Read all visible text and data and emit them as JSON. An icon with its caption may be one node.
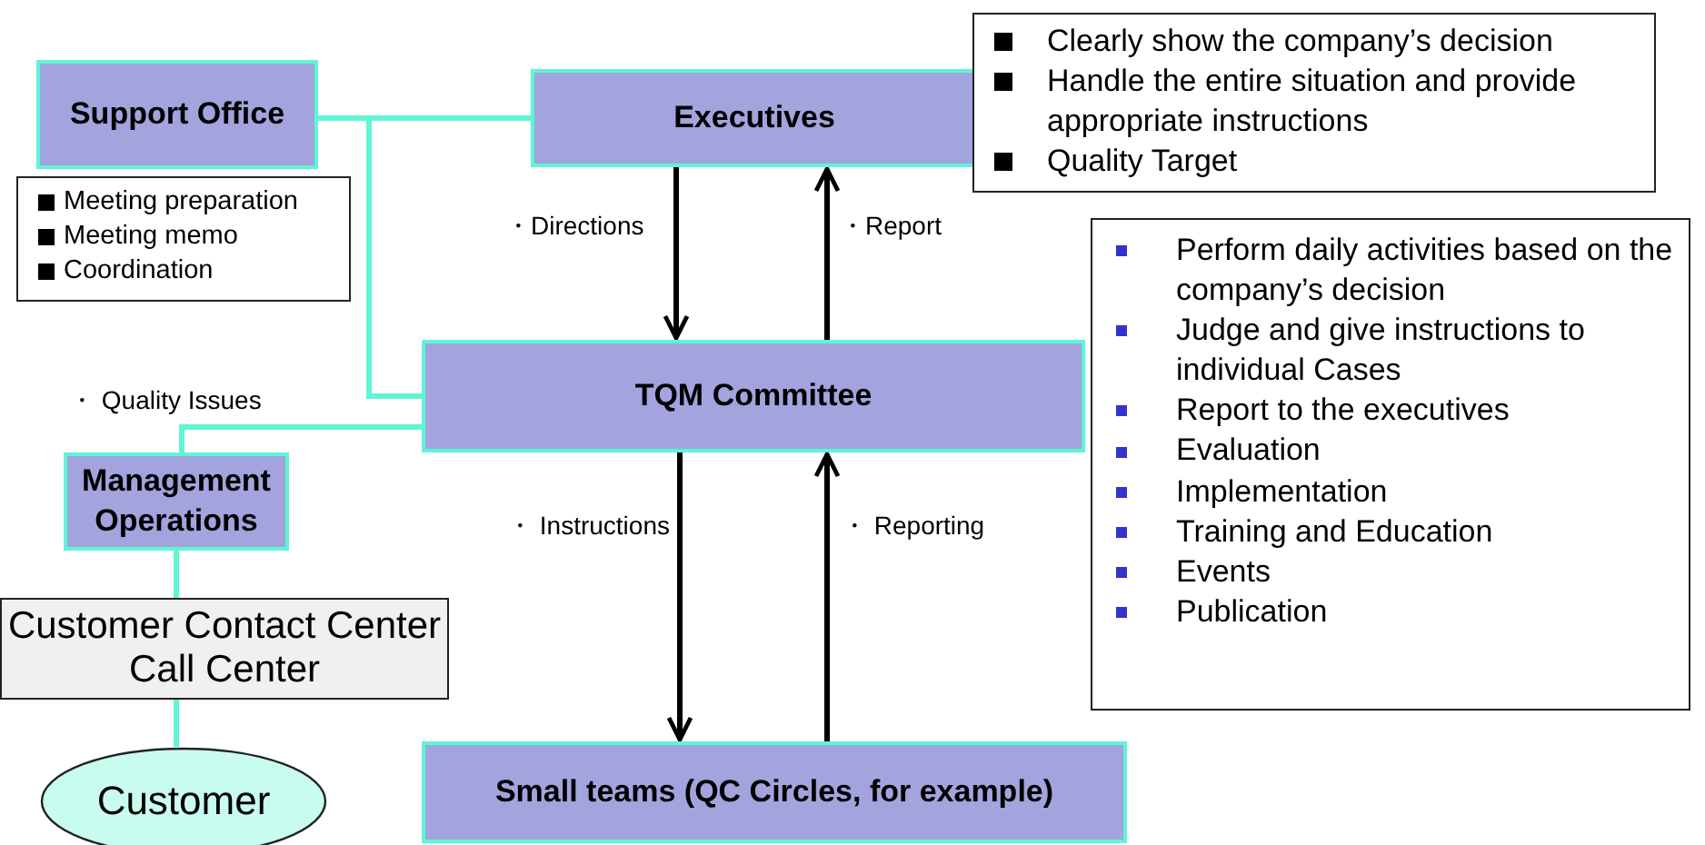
{
  "diagram": {
    "nodes": [
      {
        "text": [
          "Support Office"
        ]
      },
      {
        "text": [
          "Executives"
        ]
      },
      {
        "text": [
          "Clearly show the company’s decision",
          "Handle the entire situation and provide appropriate instructions",
          "Quality Target"
        ]
      },
      {
        "text": [
          "Meeting preparation",
          "Meeting memo",
          "Coordination"
        ]
      },
      {
        "text": [
          "TQM Committee"
        ]
      },
      {
        "text": [
          "Perform daily activities based on the company’s decision",
          "Judge and give instructions to individual Cases",
          "Report to the executives",
          "Evaluation",
          "Implementation",
          "Training and Education",
          "Events",
          "Publication"
        ]
      },
      {
        "text": [
          "Management Operations"
        ]
      },
      {
        "text": [
          "Customer Contact Center",
          "Call Center"
        ]
      },
      {
        "text": [
          "Customer"
        ]
      },
      {
        "text": [
          "Small  teams (QC Circles, for example)"
        ]
      }
    ],
    "edges": [
      {
        "from": 0,
        "to": 1,
        "arrow": "none"
      },
      {
        "from": 0,
        "to": 4,
        "arrow": "none"
      },
      {
        "from": 1,
        "to": 4,
        "arrow": "to",
        "label": "・Directions",
        "color": "#000000"
      },
      {
        "from": 4,
        "to": 1,
        "arrow": "to",
        "label": "・Report",
        "color": "#000000"
      },
      {
        "from": 4,
        "to": 6,
        "arrow": "none",
        "label": "・ Quality Issues"
      },
      {
        "from": 4,
        "to": 9,
        "arrow": "to",
        "label": "・ Instructions",
        "color": "#000000"
      },
      {
        "from": 9,
        "to": 4,
        "arrow": "to",
        "label": "・ Reporting",
        "color": "#000000"
      },
      {
        "from": 6,
        "to": 7,
        "arrow": "none"
      },
      {
        "from": 7,
        "to": 8,
        "arrow": "none"
      }
    ]
  }
}
